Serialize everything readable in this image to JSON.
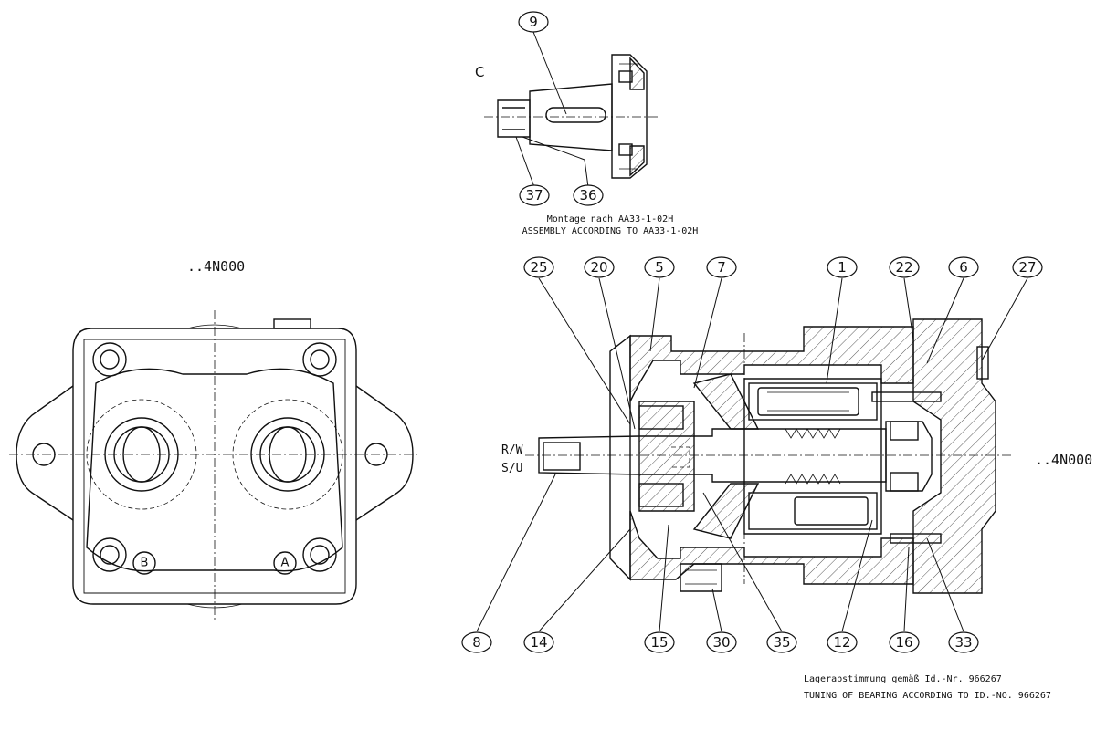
{
  "views": {
    "left_title": "..4N000",
    "right_title": "..4N000",
    "detail_label": "C",
    "port_b": "B",
    "port_a": "A",
    "rotation_top": "R/W",
    "rotation_bottom": "S/U"
  },
  "notes": {
    "assembly_de": "Montage nach AA33-1-02H",
    "assembly_en": "ASSEMBLY ACCORDING TO AA33-1-02H",
    "bearing_de": "Lagerabstimmung gemäß Id.-Nr. 966267",
    "bearing_en": "TUNING OF BEARING ACCORDING TO ID.-NO. 966267"
  },
  "balloons": {
    "b9": "9",
    "b37": "37",
    "b36": "36",
    "b25": "25",
    "b20": "20",
    "b5": "5",
    "b7": "7",
    "b1": "1",
    "b22": "22",
    "b6": "6",
    "b27": "27",
    "b8": "8",
    "b14": "14",
    "b15": "15",
    "b30": "30",
    "b35": "35",
    "b12": "12",
    "b16": "16",
    "b33": "33"
  }
}
